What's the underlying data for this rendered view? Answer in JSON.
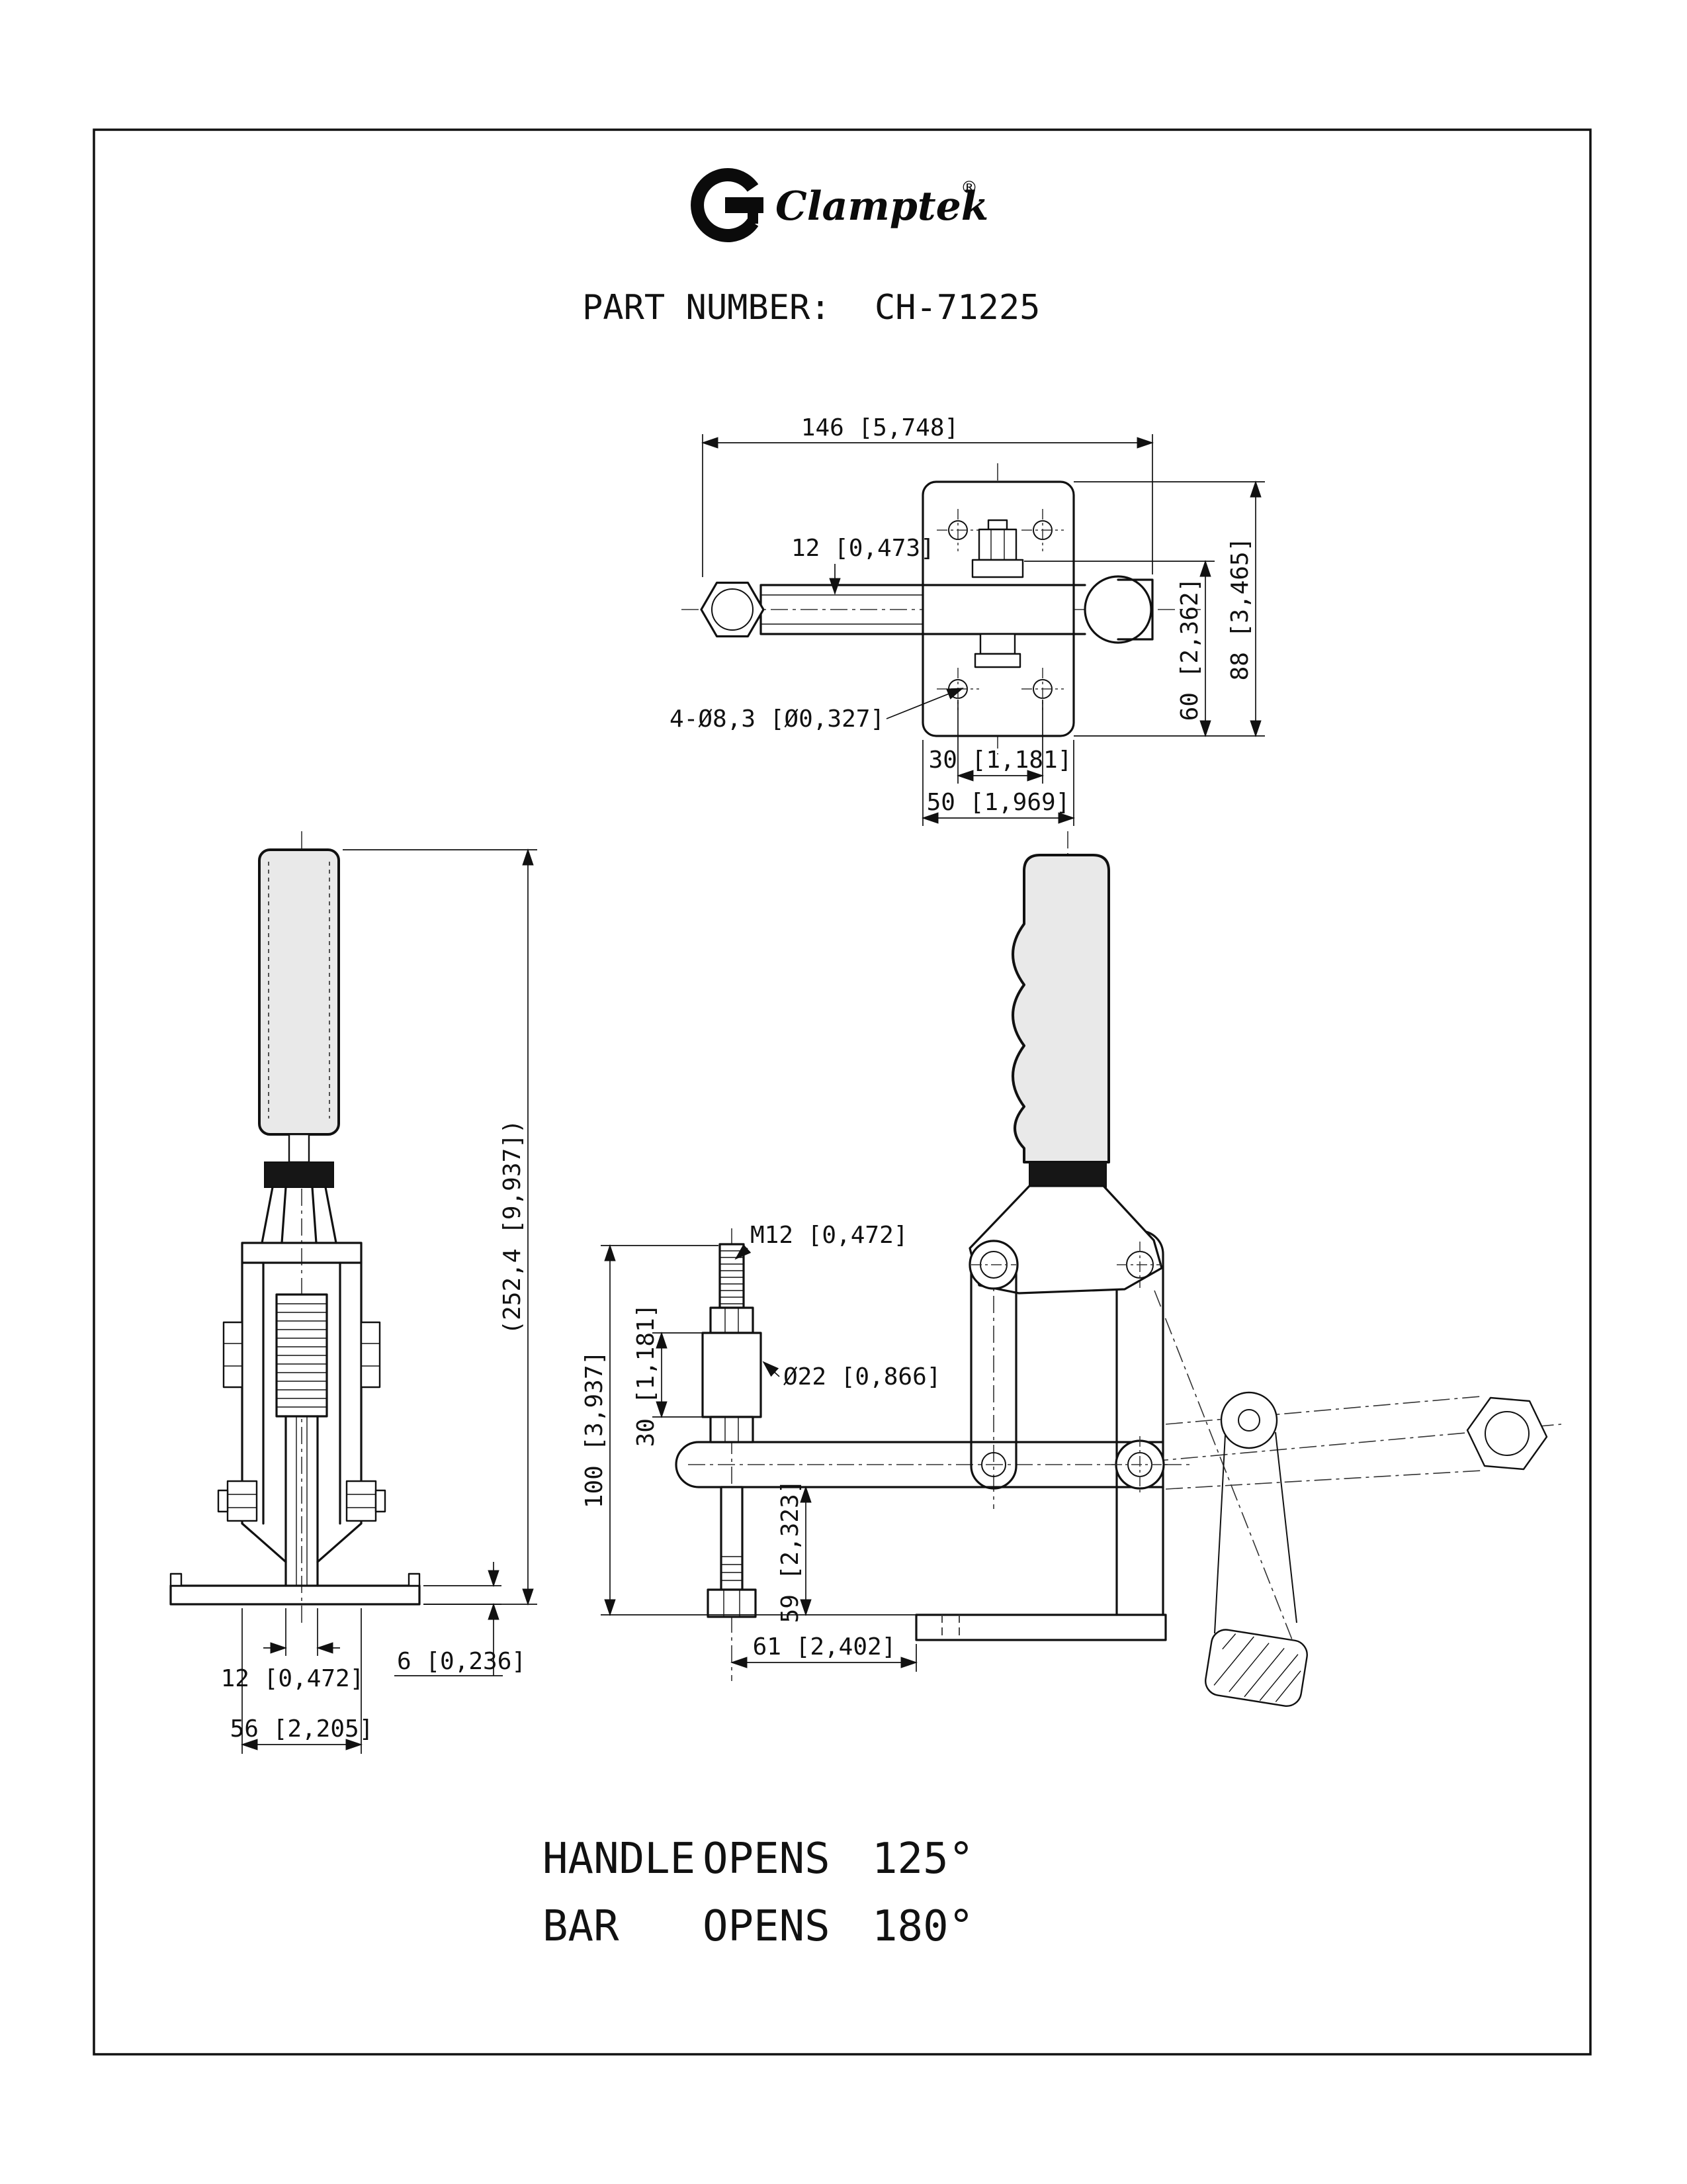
{
  "brand": {
    "wordmark": "Clamptek",
    "registered": "®"
  },
  "part": {
    "label": "PART NUMBER:",
    "number": "CH-71225"
  },
  "views": {
    "top": {
      "overall_width": "146 [5,748]",
      "bar_thickness": "12 [0,473]",
      "inner_height": "60 [2,362]",
      "overall_height": "88 [3,465]",
      "mount_holes": "4-Ø8,3 [Ø0,327]",
      "hole_spacing": "30 [1,181]",
      "plate_width": "50 [1,969]"
    },
    "front": {
      "overall_height": "(252,4 [9,937])",
      "slot_width": "12 [0,472]",
      "base_thickness": "6 [0,236]",
      "base_width": "56 [2,205]"
    },
    "side": {
      "spindle_thread": "M12 [0,472]",
      "spindle_length": "100 [3,937]",
      "bushing_length": "30 [1,181]",
      "bushing_diameter": "Ø22 [0,866]",
      "bar_height": "59 [2,323]",
      "reach": "61 [2,402]"
    }
  },
  "notes": {
    "handle_label": "HANDLE",
    "handle_verb": "OPENS",
    "handle_angle": "125°",
    "bar_label": "BAR",
    "bar_verb": "OPENS",
    "bar_angle": "180°"
  }
}
